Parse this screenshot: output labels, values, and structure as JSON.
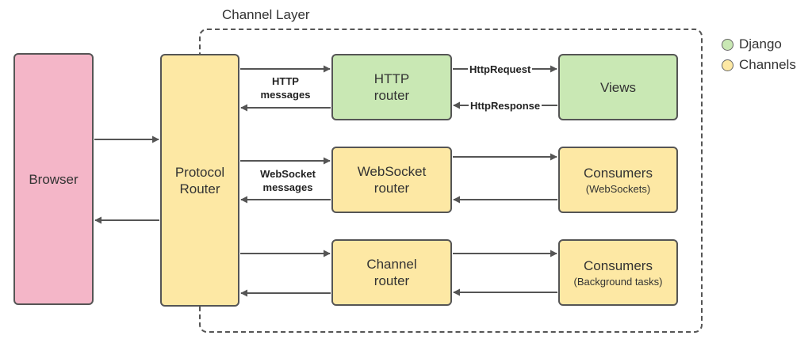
{
  "colors": {
    "django": "#c9e8b4",
    "channels": "#fde8a4",
    "browser": "#f4b6c8",
    "stroke": "#555555"
  },
  "layer": {
    "title": "Channel Layer"
  },
  "legend": {
    "django": "Django",
    "channels": "Channels"
  },
  "nodes": {
    "browser": {
      "label": "Browser"
    },
    "protocol": {
      "line1": "Protocol",
      "line2": "Router"
    },
    "http": {
      "line1": "HTTP",
      "line2": "router"
    },
    "views": {
      "label": "Views"
    },
    "ws": {
      "line1": "WebSocket",
      "line2": "router"
    },
    "cons_ws": {
      "label": "Consumers",
      "sub": "(WebSockets)"
    },
    "chan": {
      "line1": "Channel",
      "line2": "router"
    },
    "cons_bg": {
      "label": "Consumers",
      "sub": "(Background tasks)"
    }
  },
  "edges": {
    "http_messages": {
      "line1": "HTTP",
      "line2": "messages"
    },
    "ws_messages": {
      "line1": "WebSocket",
      "line2": "messages"
    },
    "http_request": "HttpRequest",
    "http_response": "HttpResponse"
  }
}
